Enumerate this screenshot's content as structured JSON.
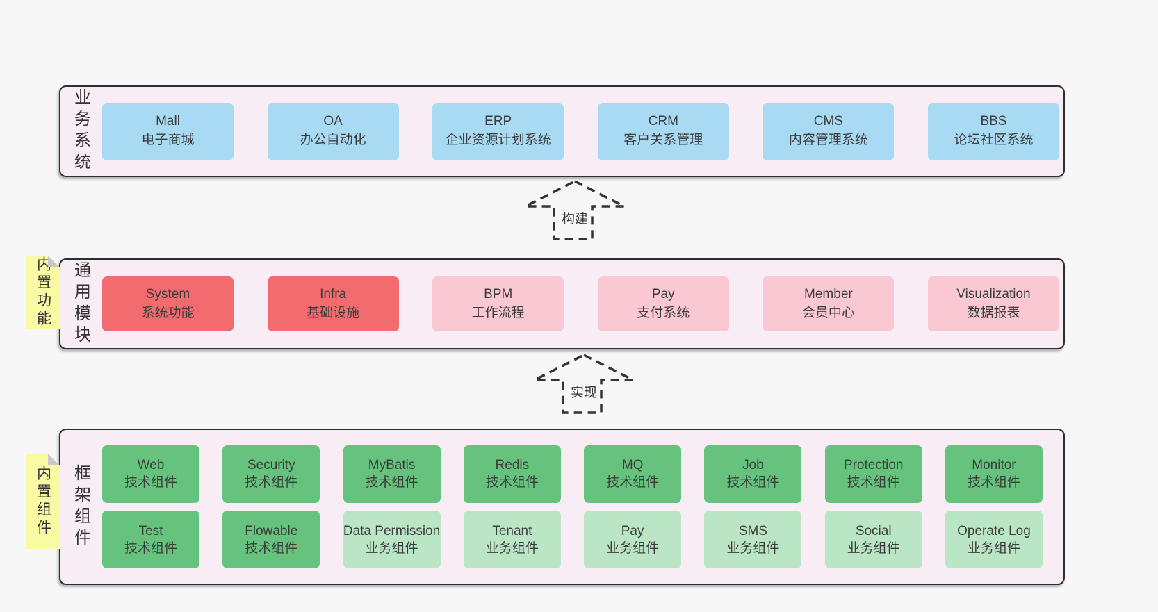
{
  "palette": {
    "page_bg": "#f7f7f7",
    "layer_bg": "#f8edf5",
    "layer_border": "#2f2f2f",
    "box_blue": "#a8daf3",
    "box_red": "#f26b6e",
    "box_pink": "#f9c8d2",
    "box_green": "#65c37d",
    "box_light_green": "#bae6c6",
    "tag_yellow": "#fafaa5",
    "tag_fold_gray": "#c9c9c9",
    "text": "#3c3c3c"
  },
  "layers": [
    {
      "label": "业务系统",
      "boxes": [
        {
          "title": "Mall",
          "subtitle": "电子商城"
        },
        {
          "title": "OA",
          "subtitle": "办公自动化"
        },
        {
          "title": "ERP",
          "subtitle": "企业资源计划系统"
        },
        {
          "title": "CRM",
          "subtitle": "客户关系管理"
        },
        {
          "title": "CMS",
          "subtitle": "内容管理系统"
        },
        {
          "title": "BBS",
          "subtitle": "论坛社区系统"
        }
      ]
    },
    {
      "label": "通用模块",
      "tag": "内置功能",
      "boxes": [
        {
          "title": "System",
          "subtitle": "系统功能"
        },
        {
          "title": "Infra",
          "subtitle": "基础设施"
        },
        {
          "title": "BPM",
          "subtitle": "工作流程"
        },
        {
          "title": "Pay",
          "subtitle": "支付系统"
        },
        {
          "title": "Member",
          "subtitle": "会员中心"
        },
        {
          "title": "Visualization",
          "subtitle": "数据报表"
        }
      ]
    },
    {
      "label": "框架组件",
      "tag": "内置组件",
      "rows": [
        [
          {
            "title": "Web",
            "subtitle": "技术组件"
          },
          {
            "title": "Security",
            "subtitle": "技术组件"
          },
          {
            "title": "MyBatis",
            "subtitle": "技术组件"
          },
          {
            "title": "Redis",
            "subtitle": "技术组件"
          },
          {
            "title": "MQ",
            "subtitle": "技术组件"
          },
          {
            "title": "Job",
            "subtitle": "技术组件"
          },
          {
            "title": "Protection",
            "subtitle": "技术组件"
          },
          {
            "title": "Monitor",
            "subtitle": "技术组件"
          }
        ],
        [
          {
            "title": "Test",
            "subtitle": "技术组件"
          },
          {
            "title": "Flowable",
            "subtitle": "技术组件"
          },
          {
            "title": "Data Permission",
            "subtitle": "业务组件"
          },
          {
            "title": "Tenant",
            "subtitle": "业务组件"
          },
          {
            "title": "Pay",
            "subtitle": "业务组件"
          },
          {
            "title": "SMS",
            "subtitle": "业务组件"
          },
          {
            "title": "Social",
            "subtitle": "业务组件"
          },
          {
            "title": "Operate Log",
            "subtitle": "业务组件"
          }
        ]
      ]
    }
  ],
  "arrows": [
    {
      "label": "构建"
    },
    {
      "label": "实现"
    }
  ]
}
